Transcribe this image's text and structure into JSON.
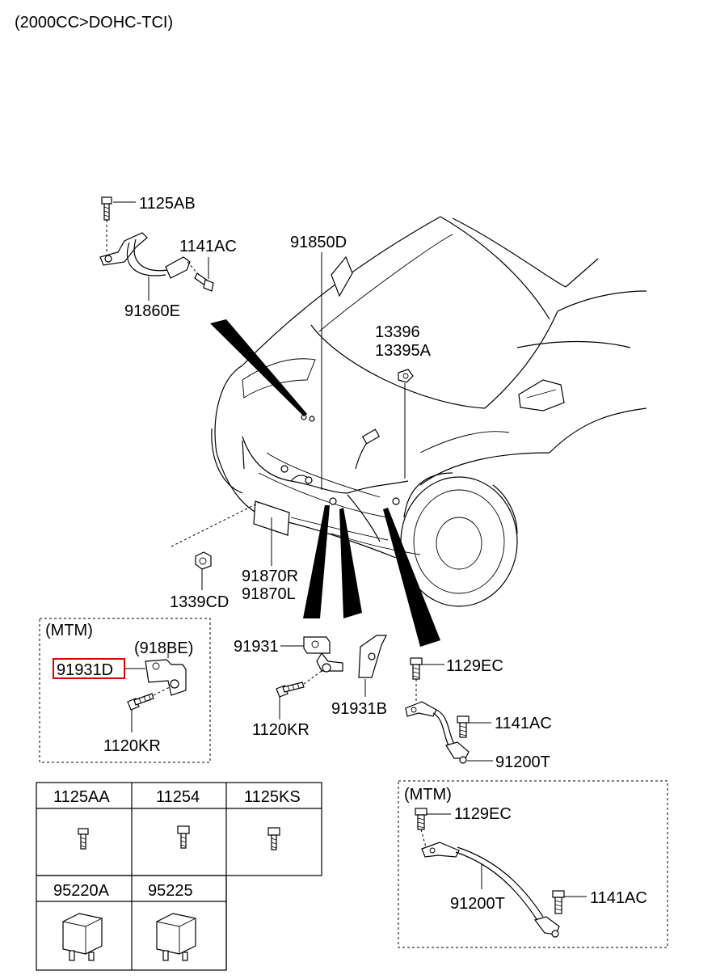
{
  "header": {
    "title": "(2000CC>DOHC-TCI)"
  },
  "labels": {
    "p1125AB": "1125AB",
    "p1141AC_top": "1141AC",
    "p91860E": "91860E",
    "p91850D": "91850D",
    "p13396": "13396",
    "p13395A": "13395A",
    "p1339CD": "1339CD",
    "p91870R": "91870R",
    "p91870L": "91870L",
    "p91931": "91931",
    "p91931B": "91931B",
    "p1120KR_mid": "1120KR",
    "p1129EC_mid": "1129EC",
    "p1141AC_mid": "1141AC",
    "p91200T_mid": "91200T"
  },
  "mtm_left": {
    "title": "(MTM)",
    "p918BE": "(918BE)",
    "p91931D": "91931D",
    "p1120KR": "1120KR"
  },
  "mtm_right": {
    "title": "(MTM)",
    "p1129EC": "1129EC",
    "p91200T": "91200T",
    "p1141AC": "1141AC"
  },
  "parts_table": {
    "row1": [
      "1125AA",
      "11254",
      "1125KS"
    ],
    "row2": [
      "95220A",
      "95225"
    ]
  }
}
